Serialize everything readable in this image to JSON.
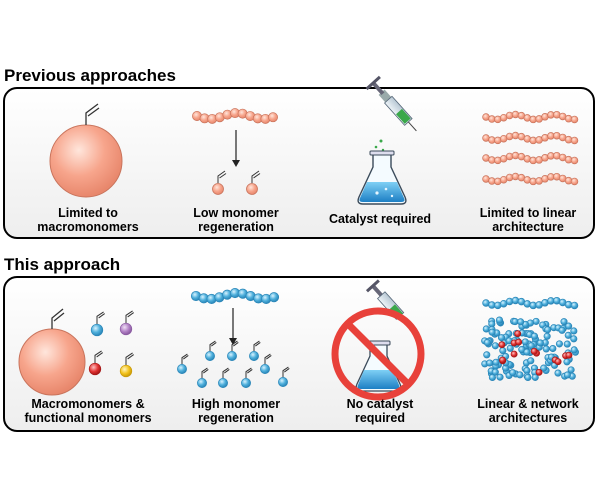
{
  "previous": {
    "title": "Previous approaches",
    "items": [
      {
        "line1": "Limited to",
        "line2": "macromonomers"
      },
      {
        "line1": "Low monomer",
        "line2": "regeneration"
      },
      {
        "line1": "Catalyst required",
        "line2": ""
      },
      {
        "line1": "Limited to linear",
        "line2": "architecture"
      }
    ]
  },
  "current": {
    "title": "This approach",
    "items": [
      {
        "line1": "Macromonomers &",
        "line2": "functional monomers"
      },
      {
        "line1": "High monomer",
        "line2": "regeneration"
      },
      {
        "line1": "No catalyst",
        "line2": "required"
      },
      {
        "line1": "Linear & network",
        "line2": "architectures"
      }
    ]
  },
  "colors": {
    "salmon": "#f4a88f",
    "blue": "#4fb0dc",
    "purple": "#b07fc4",
    "red": "#e03030",
    "yellow": "#f2c21a",
    "prohibit": "#e8413a"
  }
}
